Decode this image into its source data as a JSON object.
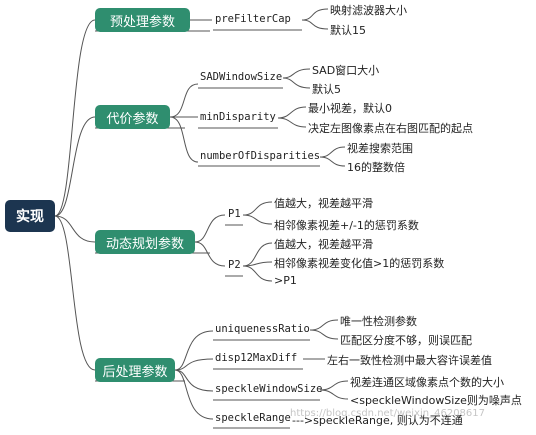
{
  "root": "实现",
  "categories": {
    "pre": "预处理参数",
    "cost": "代价参数",
    "dp": "动态规划参数",
    "post": "后处理参数"
  },
  "params": {
    "preFilterCap": "preFilterCap",
    "SADWindowSize": "SADWindowSize",
    "minDisparity": "minDisparity",
    "numberOfDisparities": "numberOfDisparities",
    "P1": "P1",
    "P2": "P2",
    "uniquenessRatio": "uniquenessRatio",
    "disp12MaxDiff": "disp12MaxDiff",
    "speckleWindowSize": "speckleWindowSize",
    "speckleRange": "speckleRange"
  },
  "descriptions": {
    "preFilterCap": [
      "映射滤波器大小",
      "默认15"
    ],
    "SADWindowSize": [
      "SAD窗口大小",
      "默认5"
    ],
    "minDisparity": [
      "最小视差，默认0",
      "决定左图像素点在右图匹配的起点"
    ],
    "numberOfDisparities": [
      "视差搜索范围",
      "16的整数倍"
    ],
    "P1": [
      "值越大，视差越平滑",
      "相邻像素视差+/-1的惩罚系数"
    ],
    "P2": [
      "值越大，视差越平滑",
      "相邻像素视差变化值>1的惩罚系数",
      ">P1"
    ],
    "uniquenessRatio": [
      "唯一性检测参数",
      "匹配区分度不够，则误匹配"
    ],
    "disp12MaxDiff": [
      "左右一致性检测中最大容许误差值"
    ],
    "speckleWindowSize": [
      "视差连通区域像素点个数的大小",
      "<speckleWindowSize则为噪声点"
    ],
    "speckleRange": [
      "--->speckleRange, 则认为不连通"
    ]
  },
  "watermark": "https://blog.csdn.net/weixin_46208617",
  "colors": {
    "root": "#1c3550",
    "category": "#2f8e6f",
    "line": "#555555"
  }
}
